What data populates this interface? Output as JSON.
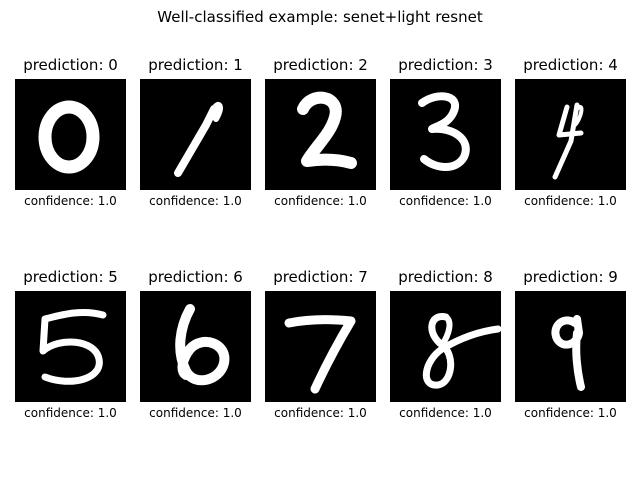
{
  "title": "Well-classified example: senet+light resnet",
  "colors": {
    "background": "#ffffff",
    "image_background": "#000000",
    "stroke": "#ffffff"
  },
  "examples": [
    {
      "prediction": "prediction: 0",
      "confidence": "confidence: 1.0"
    },
    {
      "prediction": "prediction: 1",
      "confidence": "confidence: 1.0"
    },
    {
      "prediction": "prediction: 2",
      "confidence": "confidence: 1.0"
    },
    {
      "prediction": "prediction: 3",
      "confidence": "confidence: 1.0"
    },
    {
      "prediction": "prediction: 4",
      "confidence": "confidence: 1.0"
    },
    {
      "prediction": "prediction: 5",
      "confidence": "confidence: 1.0"
    },
    {
      "prediction": "prediction: 6",
      "confidence": "confidence: 1.0"
    },
    {
      "prediction": "prediction: 7",
      "confidence": "confidence: 1.0"
    },
    {
      "prediction": "prediction: 8",
      "confidence": "confidence: 1.0"
    },
    {
      "prediction": "prediction: 9",
      "confidence": "confidence: 1.0"
    }
  ]
}
